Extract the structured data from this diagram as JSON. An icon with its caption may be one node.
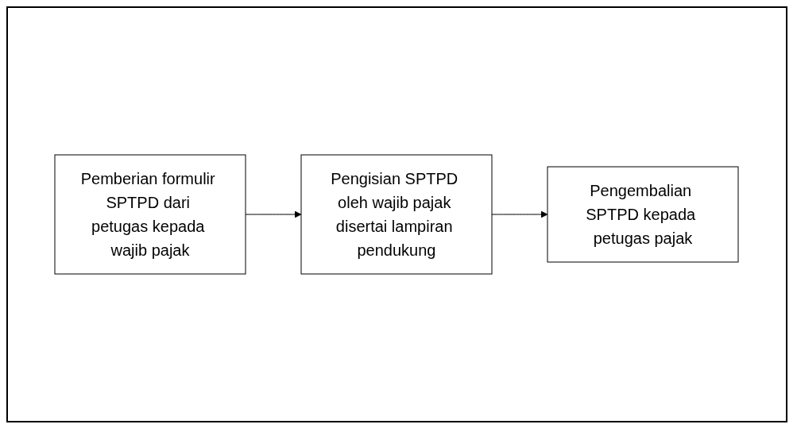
{
  "diagram": {
    "nodes": [
      {
        "text": [
          "Pemberian formulir SPTPD dari petugas kepada wajib pajak"
        ]
      },
      {
        "text": [
          "Pengisian SPTPD oleh wajib pajak disertai lampiran pendukung"
        ]
      },
      {
        "text": [
          "Pengembalian SPTPD kepada petugas pajak"
        ]
      }
    ],
    "edges": [
      {
        "from": 0,
        "to": 1,
        "arrow": "to"
      },
      {
        "from": 1,
        "to": 2,
        "arrow": "to"
      }
    ]
  }
}
